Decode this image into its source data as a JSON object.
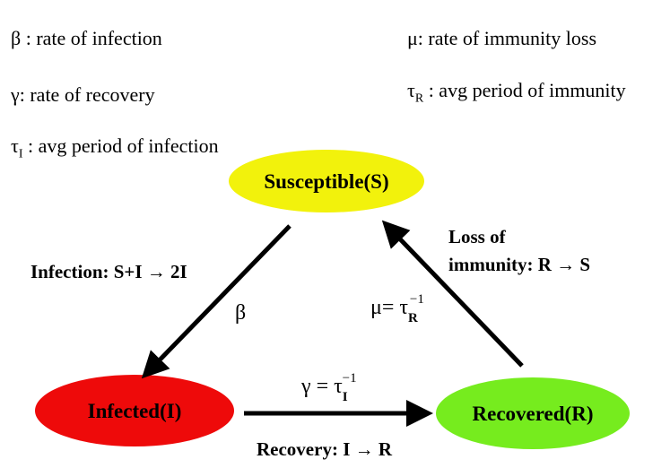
{
  "legend": {
    "beta": {
      "symbol": "β",
      "text": " : rate of infection"
    },
    "gamma": {
      "symbol": "γ",
      "text": ": rate of recovery"
    },
    "tau_i": {
      "symbol": "τ",
      "sub": "I",
      "text": " : avg period of infection"
    },
    "mu": {
      "symbol": "μ",
      "text": ": rate of immunity loss"
    },
    "tau_r": {
      "symbol": "τ",
      "sub": "R",
      "text": " : avg period of immunity"
    }
  },
  "nodes": {
    "susceptible": {
      "label": "Susceptible(S)",
      "color": "#f2f20c"
    },
    "infected": {
      "label": "Infected(I)",
      "color": "#ee0a0a"
    },
    "recovered": {
      "label": "Recovered(R)",
      "color": "#76ec1e"
    }
  },
  "edges": {
    "infection": {
      "title": "Infection: S+I → 2I",
      "rate": "β"
    },
    "recovery": {
      "title": "Recovery: I → R",
      "rate_symbol": "γ = τ",
      "rate_sub": "I",
      "rate_sup": "−1"
    },
    "immunity_loss": {
      "title_line1": "Loss of",
      "title_line2": "immunity: R → S",
      "rate_symbol": "μ= τ",
      "rate_sub": "R",
      "rate_sup": "−1"
    }
  }
}
